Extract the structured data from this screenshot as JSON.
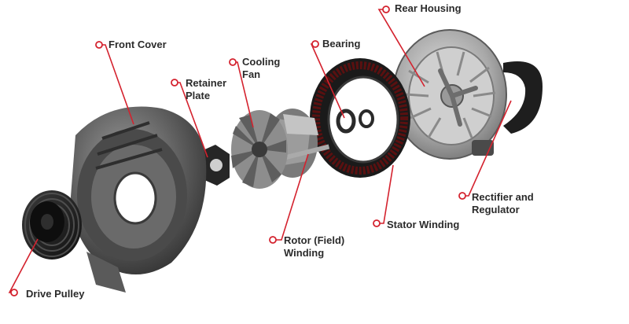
{
  "accent_color": "#d4222e",
  "labels": {
    "rear_housing": "Rear Housing",
    "front_cover": "Front Cover",
    "bearing": "Bearing",
    "cooling_fan": "Cooling\nFan",
    "retainer_plate": "Retainer\nPlate",
    "rectifier_regulator": "Rectifier and\nRegulator",
    "stator_winding": "Stator Winding",
    "rotor_winding": "Rotor (Field)\nWinding",
    "drive_pulley": "Drive Pulley"
  }
}
